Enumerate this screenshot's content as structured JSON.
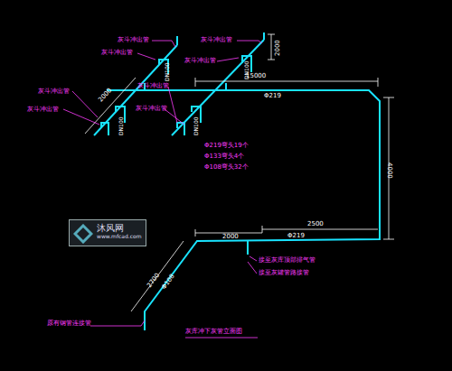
{
  "diagram": {
    "caption": "灰库冲下灰管立面图",
    "nodes": [
      {
        "text": [
          "沐风网",
          "www.mfcad.com"
        ]
      }
    ],
    "labels": [
      "灰斗冲出管",
      "灰斗冲出管",
      "灰斗冲出管",
      "灰斗冲出管",
      "灰斗冲出管",
      "灰斗冲出管",
      "灰斗冲出管",
      "灰斗冲出管",
      "DN100",
      "DN100",
      "DN100",
      "DN100",
      "2000",
      "2000",
      "15000",
      "Φ219",
      "4000",
      "2500",
      "2000",
      "Φ219",
      "2700",
      "Φ108",
      "Φ219弯头19个",
      "Φ133弯头4个",
      "Φ108弯头32个",
      "接至灰库顶部排气管",
      "接至灰罐管路接管",
      "原有钢管连接管"
    ]
  }
}
